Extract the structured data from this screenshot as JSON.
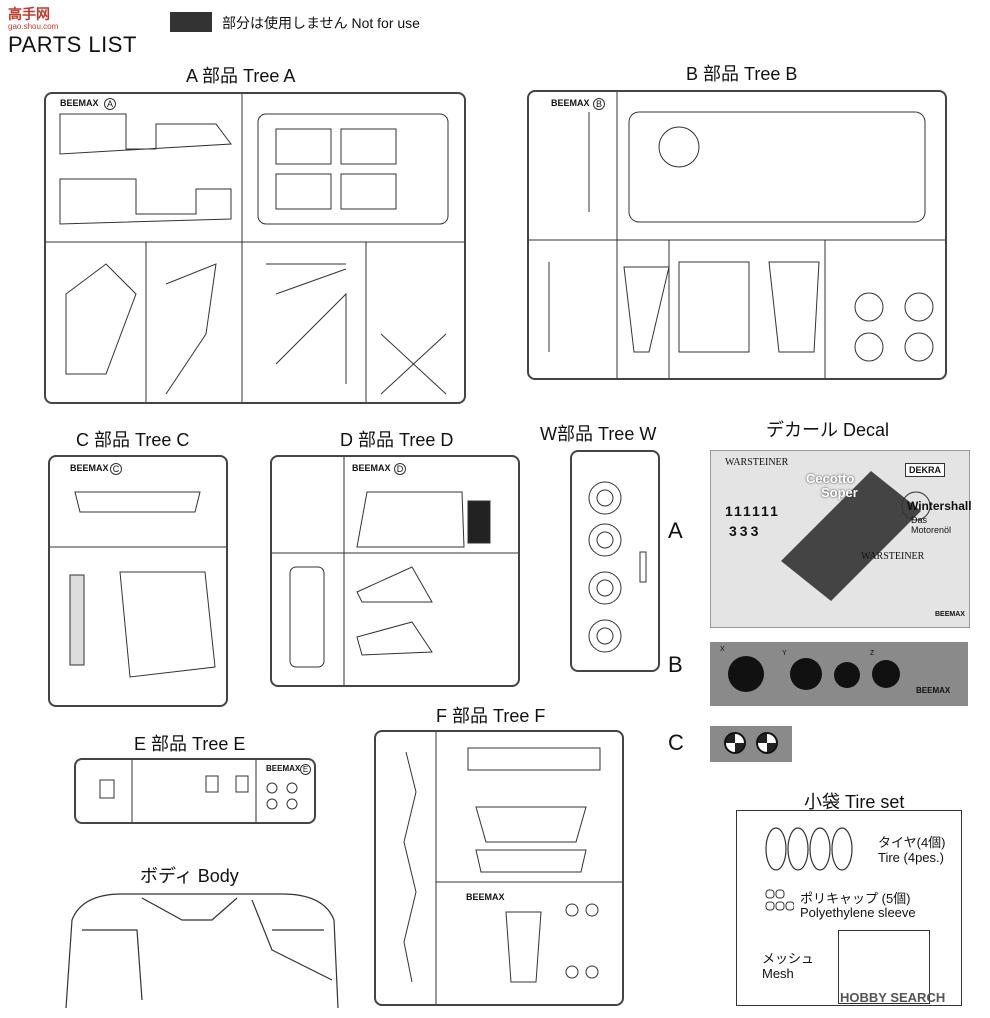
{
  "header": {
    "watermark_top": "高手网",
    "watermark_sub": "gao.shou.com",
    "title": "PARTS LIST",
    "legend_text": "部分は使用しません Not for use"
  },
  "trees": {
    "a": {
      "label": "A 部品 Tree A",
      "tag": "A"
    },
    "b": {
      "label": "B 部品 Tree B",
      "tag": "B"
    },
    "c": {
      "label": "C 部品 Tree C",
      "tag": "C"
    },
    "d": {
      "label": "D 部品 Tree D",
      "tag": "D"
    },
    "w": {
      "label": "W部品 Tree W"
    },
    "e": {
      "label": "E 部品 Tree E",
      "tag": "E"
    },
    "f": {
      "label": "F 部品 Tree F"
    }
  },
  "body": {
    "label": "ボディ Body"
  },
  "decal": {
    "label": "デカール Decal",
    "a": "A",
    "b": "B",
    "c": "C",
    "texts": {
      "warsteiner": "WARSTEINER",
      "cecotto": "Cecotto",
      "soper": "Soper",
      "dekra": "DEKRA",
      "wintershall": "Wintershall",
      "das_motoren": "Das Motorenöl",
      "numbers": "111111",
      "threes": "333",
      "beemax": "BEEMAX",
      "x": "X",
      "y": "Y",
      "z": "Z"
    }
  },
  "tire_set": {
    "label": "小袋 Tire set",
    "tire_jp": "タイヤ(4個)",
    "tire_en": "Tire  (4pes.)",
    "cap_jp": "ポリキャップ (5個)",
    "cap_en": "Polyethylene sleeve",
    "mesh_jp": "メッシュ",
    "mesh_en": "Mesh"
  },
  "footer": {
    "watermark": "HOBBY SEARCH"
  },
  "brand": {
    "logo_text": "BEEMAX"
  }
}
